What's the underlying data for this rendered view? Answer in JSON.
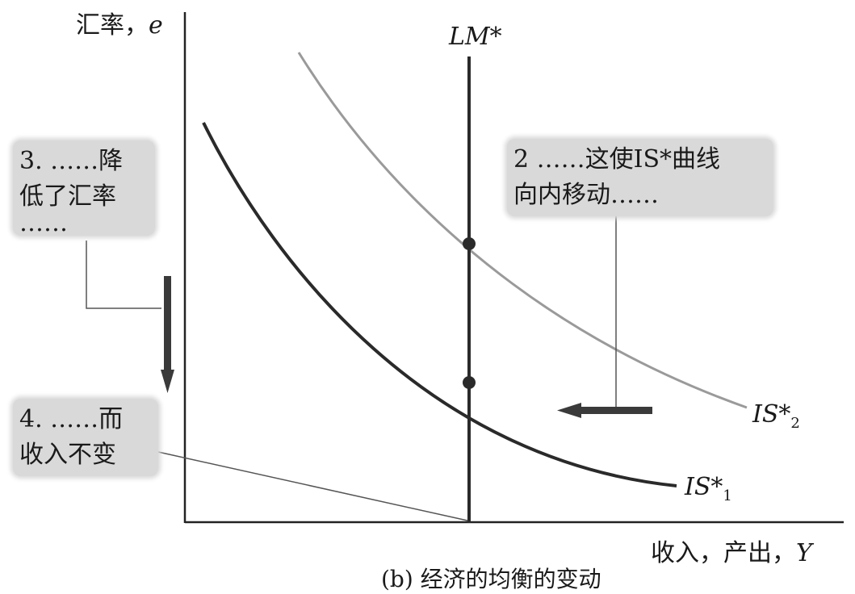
{
  "axes": {
    "y_label_text": "汇率，",
    "y_label_var": "e",
    "x_label_text": "收入，产出，",
    "x_label_var": "Y"
  },
  "curves": {
    "lm": "LM*",
    "is1_base": "IS*",
    "is1_sub": "1",
    "is2_base": "IS*",
    "is2_sub": "2"
  },
  "callouts": {
    "exchange_rate": [
      "3. ……降",
      "低了汇率",
      "……"
    ],
    "shift": [
      "2 ……这使IS*曲线",
      "向内移动……"
    ],
    "income": [
      "4. ……而",
      "收入不变"
    ]
  },
  "caption": "(b) 经济的均衡的变动",
  "colors": {
    "is1": "#2a2a2a",
    "is2": "#9a9a9a",
    "callout_bg": "#d9d9d9",
    "arrow": "#3a3a3a"
  }
}
